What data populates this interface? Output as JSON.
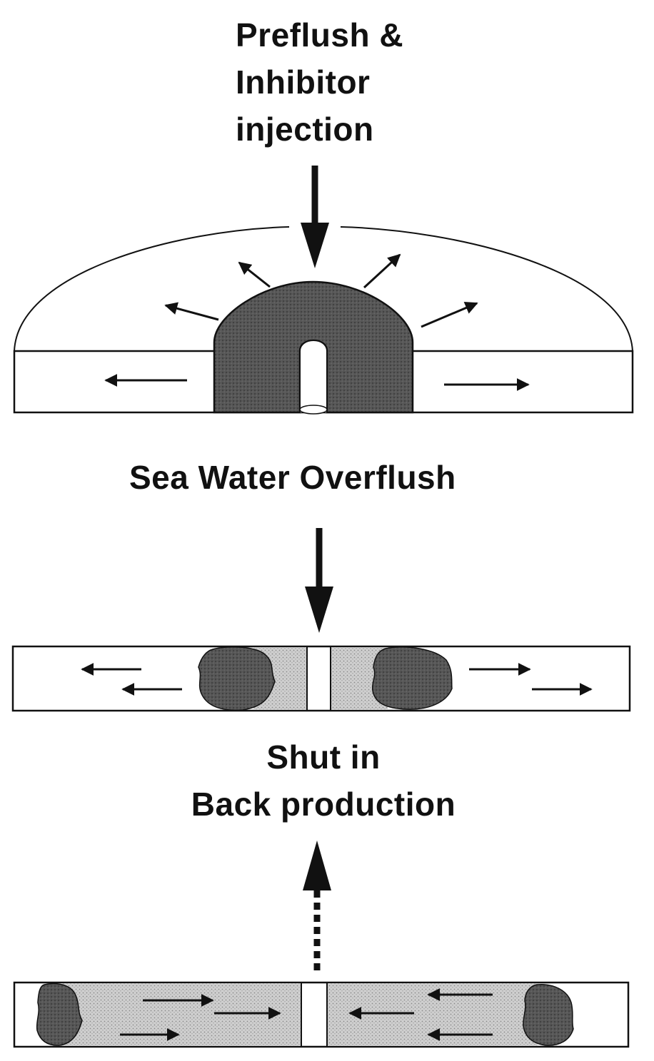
{
  "steps": {
    "injection": {
      "line1": "Preflush &",
      "line2": "Inhibitor",
      "line3": "injection"
    },
    "overflush": {
      "label": "Sea Water Overflush"
    },
    "shut_in": {
      "line1": "Shut in",
      "line2": "Back production"
    }
  },
  "colors": {
    "stroke": "#111111",
    "treated_zone": "#c9c9c9",
    "inhibitor_slug": "#555555",
    "background": "#ffffff"
  }
}
